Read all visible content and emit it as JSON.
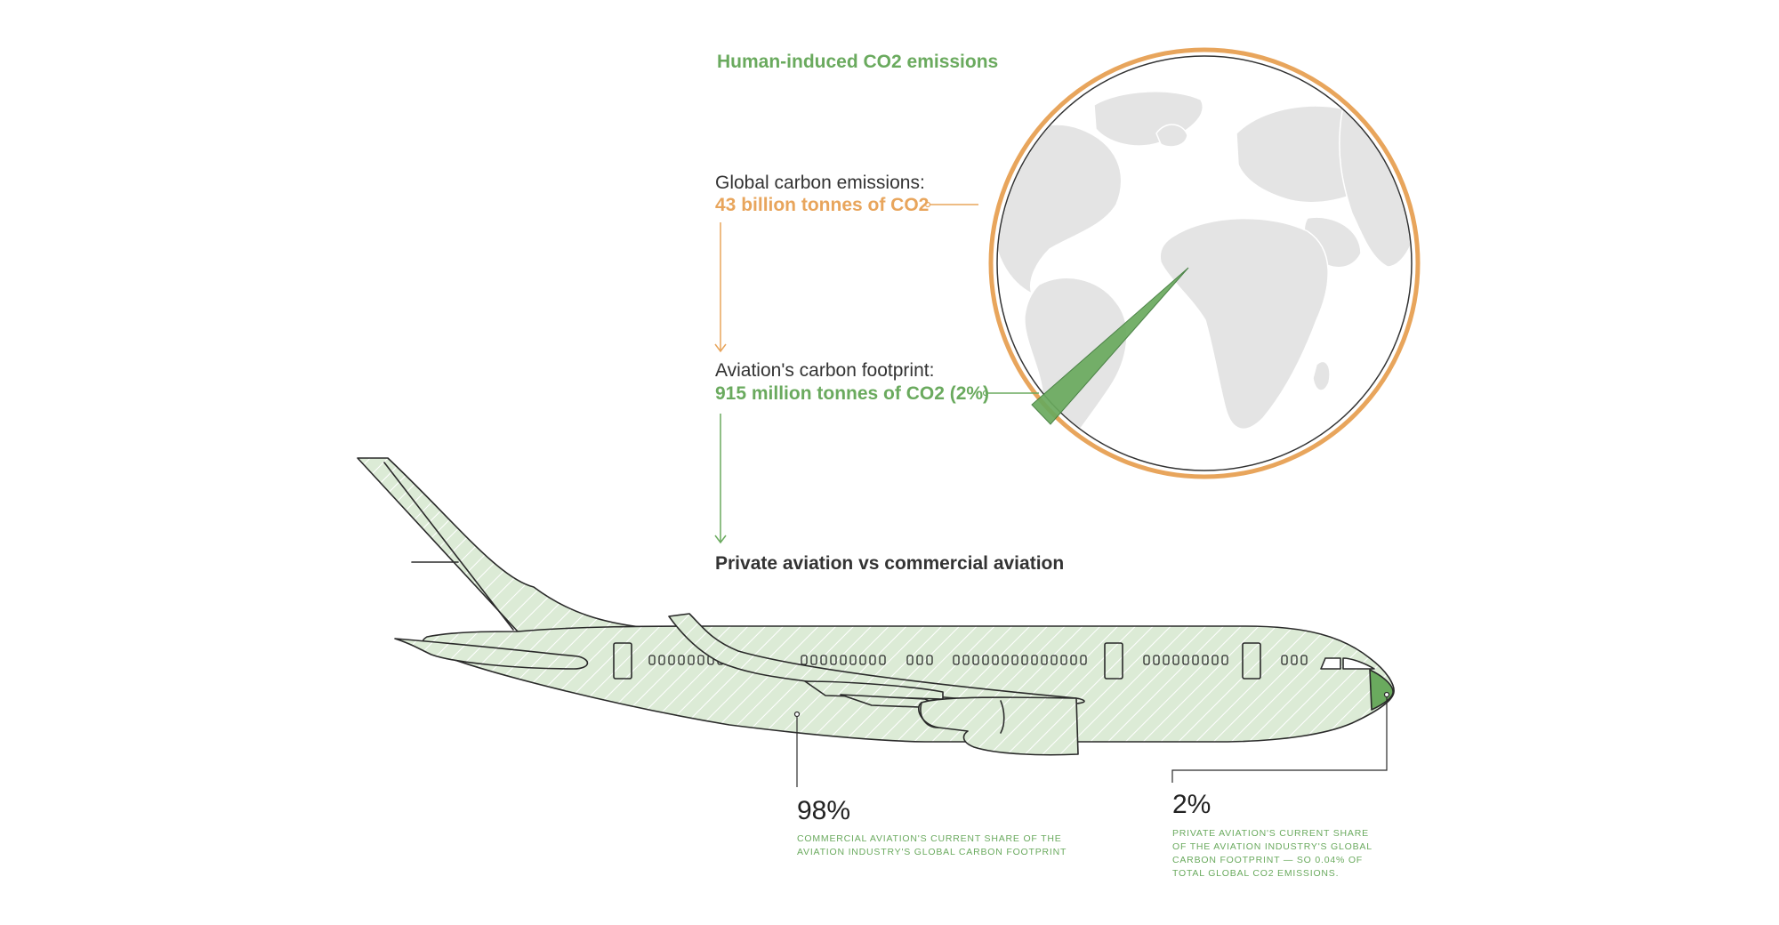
{
  "title": "Human-induced CO2 emissions",
  "global": {
    "label": "Global carbon emissions:",
    "value": "43 billion tonnes of CO2"
  },
  "aviation": {
    "label": "Aviation's carbon footprint:",
    "value": "915 million tonnes of CO2 (2%)",
    "share_of_global_percent": 2
  },
  "comparison": {
    "title": "Private aviation vs commercial aviation",
    "commercial": {
      "percent": "98%",
      "description": "Commercial aviation's current share of the aviation industry's global carbon footprint"
    },
    "private": {
      "percent": "2%",
      "description": "Private aviation's current share of the aviation industry's global carbon footprint — so 0.04% of total global CO2 emissions."
    }
  },
  "colors": {
    "orange": "#e8a55c",
    "green": "#6aaa5e",
    "light_green": "#dcebd6",
    "globe_gray": "#e4e4e4"
  }
}
